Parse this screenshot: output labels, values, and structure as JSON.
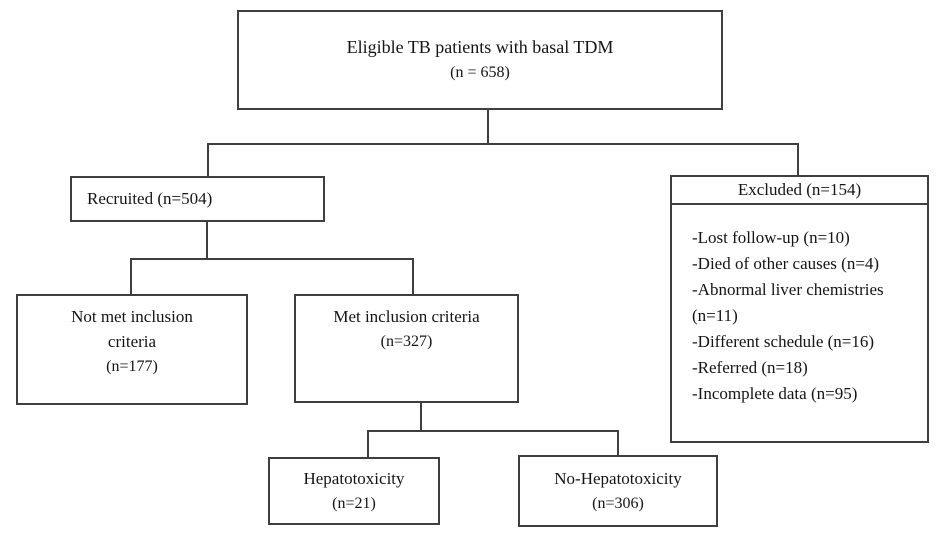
{
  "figure": {
    "top_box": {
      "title": "Eligible TB patients with basal TDM",
      "n": "(n = 658)"
    },
    "recruited_box": {
      "label": "Recruited (n=504)"
    },
    "excluded_box": {
      "header": "Excluded (n=154)",
      "items": [
        "-Lost follow-up (n=10)",
        "-Died of other causes (n=4)",
        "-Abnormal liver chemistries (n=11)",
        "-Different schedule (n=16)",
        "-Referred (n=18)",
        "-Incomplete data (n=95)"
      ]
    },
    "not_met_box": {
      "line1": "Not met inclusion",
      "line2": "criteria",
      "n": "(n=177)"
    },
    "met_box": {
      "label": "Met inclusion criteria",
      "n": "(n=327)"
    },
    "hepatotoxicity_box": {
      "label": "Hepatotoxicity",
      "n": "(n=21)"
    },
    "no_hepatotoxicity_box": {
      "label": "No-Hepatotoxicity",
      "n": "(n=306)"
    }
  }
}
